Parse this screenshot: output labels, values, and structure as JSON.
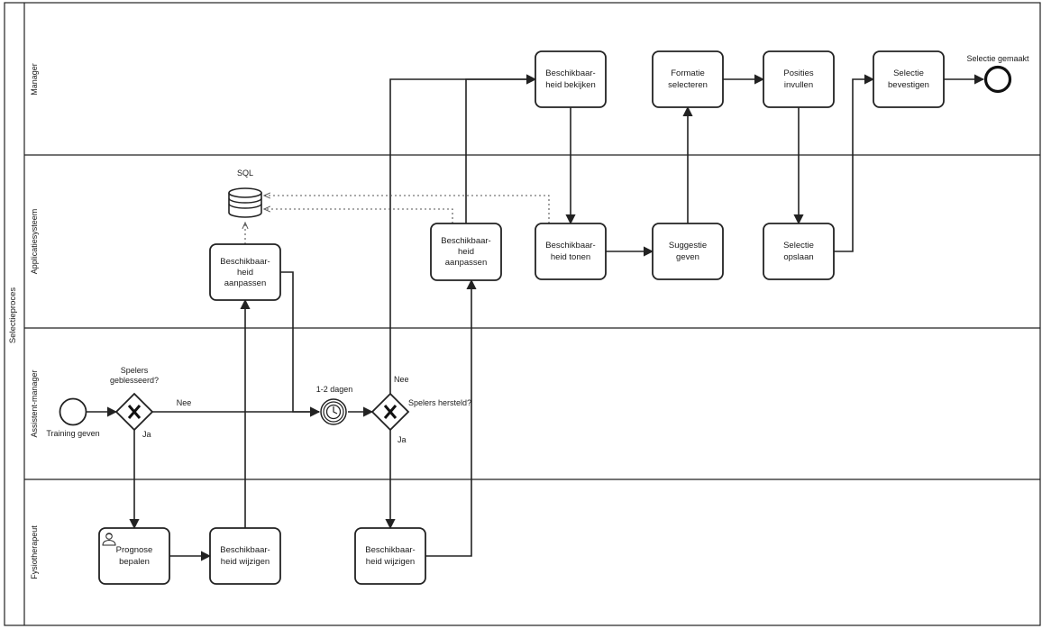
{
  "pool": {
    "label": "Selectieproces"
  },
  "lanes": [
    {
      "id": "manager",
      "label": "Manager"
    },
    {
      "id": "applicatie",
      "label": "Applicatiesysteem"
    },
    {
      "id": "assistent",
      "label": "Assistent-manager"
    },
    {
      "id": "fysio",
      "label": "Fysiotherapeut"
    }
  ],
  "tasks": {
    "bekijken": [
      "Beschikbaar-",
      "heid bekijken"
    ],
    "formatie": [
      "Formatie",
      "selecteren"
    ],
    "posities": [
      "Posities",
      "invullen"
    ],
    "bevestigen": [
      "Selectie",
      "bevestigen"
    ],
    "aanpassen1": [
      "Beschikbaar-",
      "heid",
      "aanpassen"
    ],
    "aanpassen2": [
      "Beschikbaar-",
      "heid",
      "aanpassen"
    ],
    "tonen": [
      "Beschikbaar-",
      "heid tonen"
    ],
    "suggestie": [
      "Suggestie",
      "geven"
    ],
    "opslaan": [
      "Selectie",
      "opslaan"
    ],
    "prognose": [
      "Prognose",
      "bepalen"
    ],
    "wijzigen1": [
      "Beschikbaar-",
      "heid wijzigen"
    ],
    "wijzigen2": [
      "Beschikbaar-",
      "heid wijzigen"
    ]
  },
  "events": {
    "start": "Training geven",
    "end": "Selectie gemaakt",
    "timer": "1-2 dagen"
  },
  "gateways": {
    "g1": {
      "question": [
        "Spelers",
        "geblesseerd?"
      ],
      "no": "Nee",
      "yes": "Ja"
    },
    "g2": {
      "question": "Spelers hersteld?",
      "no": "Nee",
      "yes": "Ja"
    }
  },
  "datastore": {
    "label": "SQL"
  },
  "icons": {
    "task_user": "user-icon",
    "timer": "timer-clock-icon",
    "gateway": "exclusive-gateway-x-icon",
    "database": "database-icon"
  }
}
